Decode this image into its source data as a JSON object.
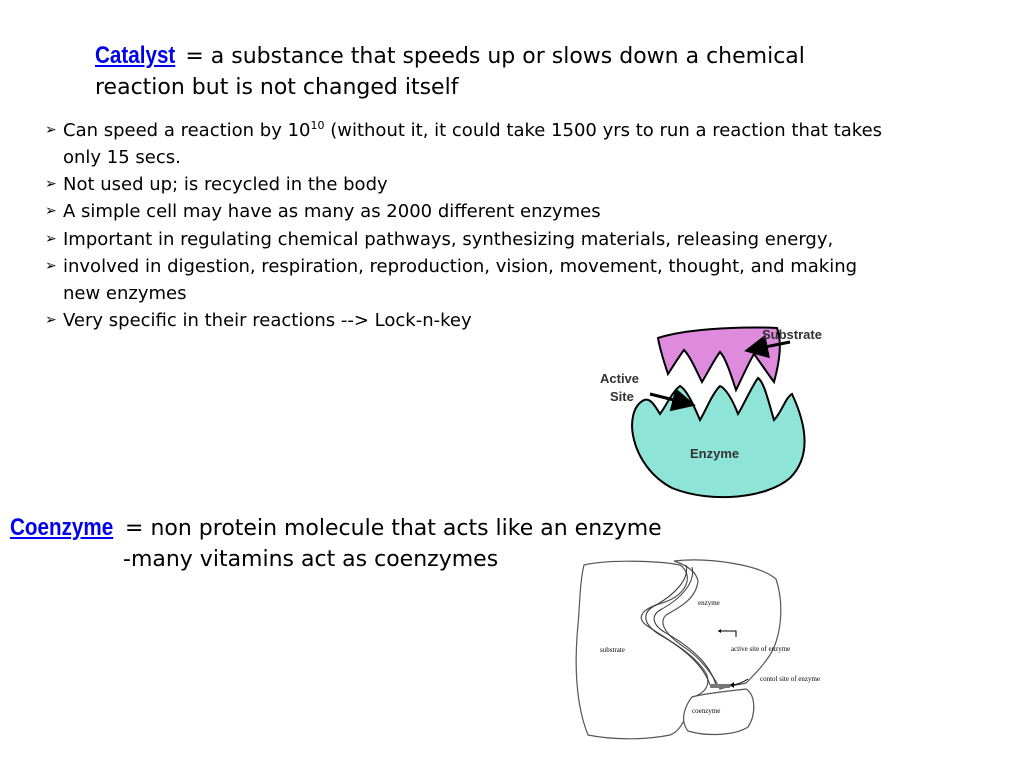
{
  "catalyst": {
    "term": "Catalyst",
    "definition": " = a substance that speeds up or slows down a chemical reaction but is not changed itself"
  },
  "bullets": {
    "b1_before": "Can speed a reaction by 10",
    "b1_sup": "10",
    "b1_after": " (without it, it could take 1500 yrs to run a reaction that takes only 15 secs.",
    "b2": "Not used up; is recycled in the body",
    "b3": "A simple cell may have as many as 2000 different enzymes",
    "b4": "Important in regulating chemical pathways, synthesizing materials, releasing energy,",
    "b5": "involved in digestion, respiration, reproduction, vision, movement, thought, and making new enzymes",
    "b6": "Very specific in their reactions --> Lock-n-key"
  },
  "lock_key_diagram": {
    "substrate_label": "Substrate",
    "active_label": "Active",
    "site_label": "Site",
    "enzyme_label": "Enzyme",
    "colors": {
      "substrate": "#de8bde",
      "enzyme": "#8ee4d6",
      "outline": "#000000"
    }
  },
  "coenzyme": {
    "term": "Coenzyme",
    "definition": " = non protein molecule that acts like an enzyme",
    "sub": "-many vitamins act as coenzymes"
  },
  "coenzyme_diagram": {
    "enzyme_label": "enzyme",
    "substrate_label": "substrate",
    "active_site_label": "active site of enzyme",
    "control_site_label": "contol site of enzyme",
    "coenzyme_label": "coenzyme"
  },
  "colors": {
    "link": "#0000ee",
    "text": "#000000",
    "background": "#ffffff"
  }
}
